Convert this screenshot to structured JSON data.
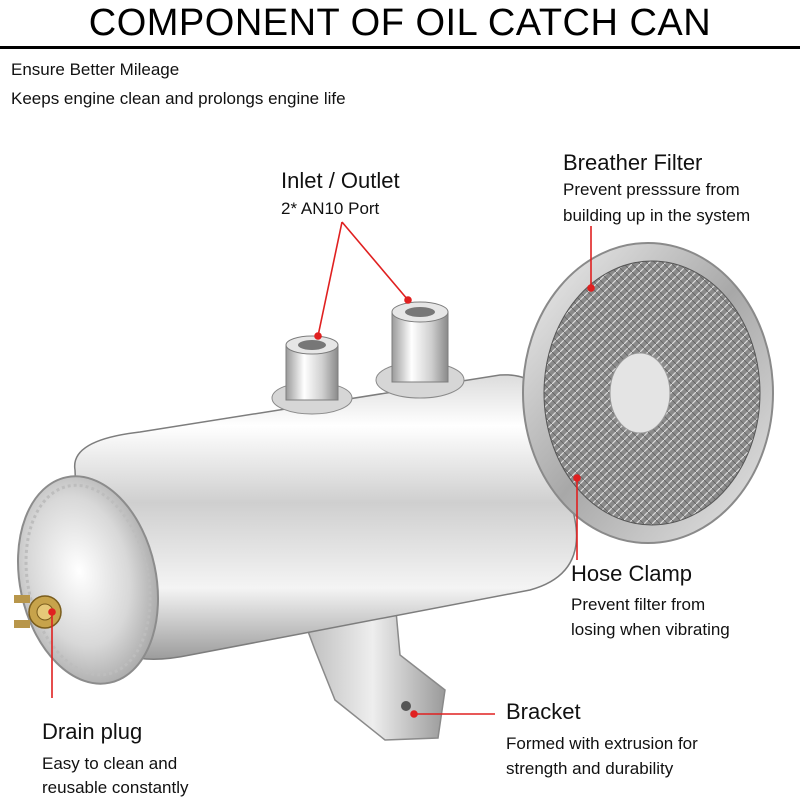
{
  "header": {
    "title": "COMPONENT OF OIL CATCH CAN"
  },
  "taglines": [
    "Ensure Better Mileage",
    "Keeps engine clean and prolongs engine life"
  ],
  "colors": {
    "accent": "#e02020",
    "title_rule": "#000000"
  },
  "callouts": {
    "inlet": {
      "title": "Inlet  / Outlet",
      "desc": "2* AN10 Port"
    },
    "breather": {
      "title": "Breather Filter",
      "desc_lines": [
        "Prevent presssure from",
        "building up in the system"
      ]
    },
    "hose_clamp": {
      "title": "Hose Clamp",
      "desc_lines": [
        "Prevent filter from",
        "losing when vibrating"
      ]
    },
    "bracket": {
      "title": "Bracket",
      "desc_lines": [
        "Formed with extrusion for",
        "strength and durability"
      ]
    },
    "drain": {
      "title": "Drain plug",
      "desc_lines": [
        "Easy to clean and",
        "reusable constantly"
      ]
    }
  }
}
